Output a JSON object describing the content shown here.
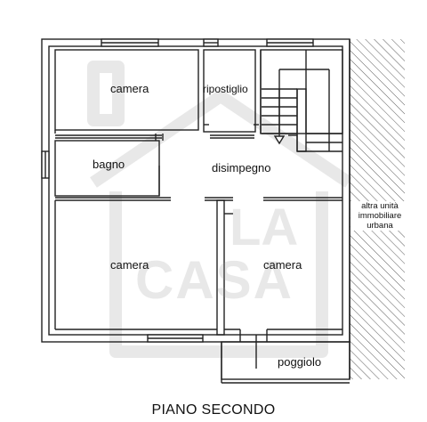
{
  "plan": {
    "rooms": {
      "camera_top": "camera",
      "ripostiglio": "ripostiglio",
      "bagno": "bagno",
      "disimpegno": "disimpegno",
      "camera_bottom_left": "camera",
      "camera_bottom_right": "camera",
      "poggiolo": "poggiolo"
    },
    "neighbor_lines": [
      "altra unità",
      "immobiliare",
      "urbana"
    ],
    "title": "PIANO SECONDO"
  },
  "watermark": {
    "line1": "LA",
    "line2": "CASA"
  },
  "colors": {
    "wall": "#222222",
    "watermark": "#969696"
  }
}
